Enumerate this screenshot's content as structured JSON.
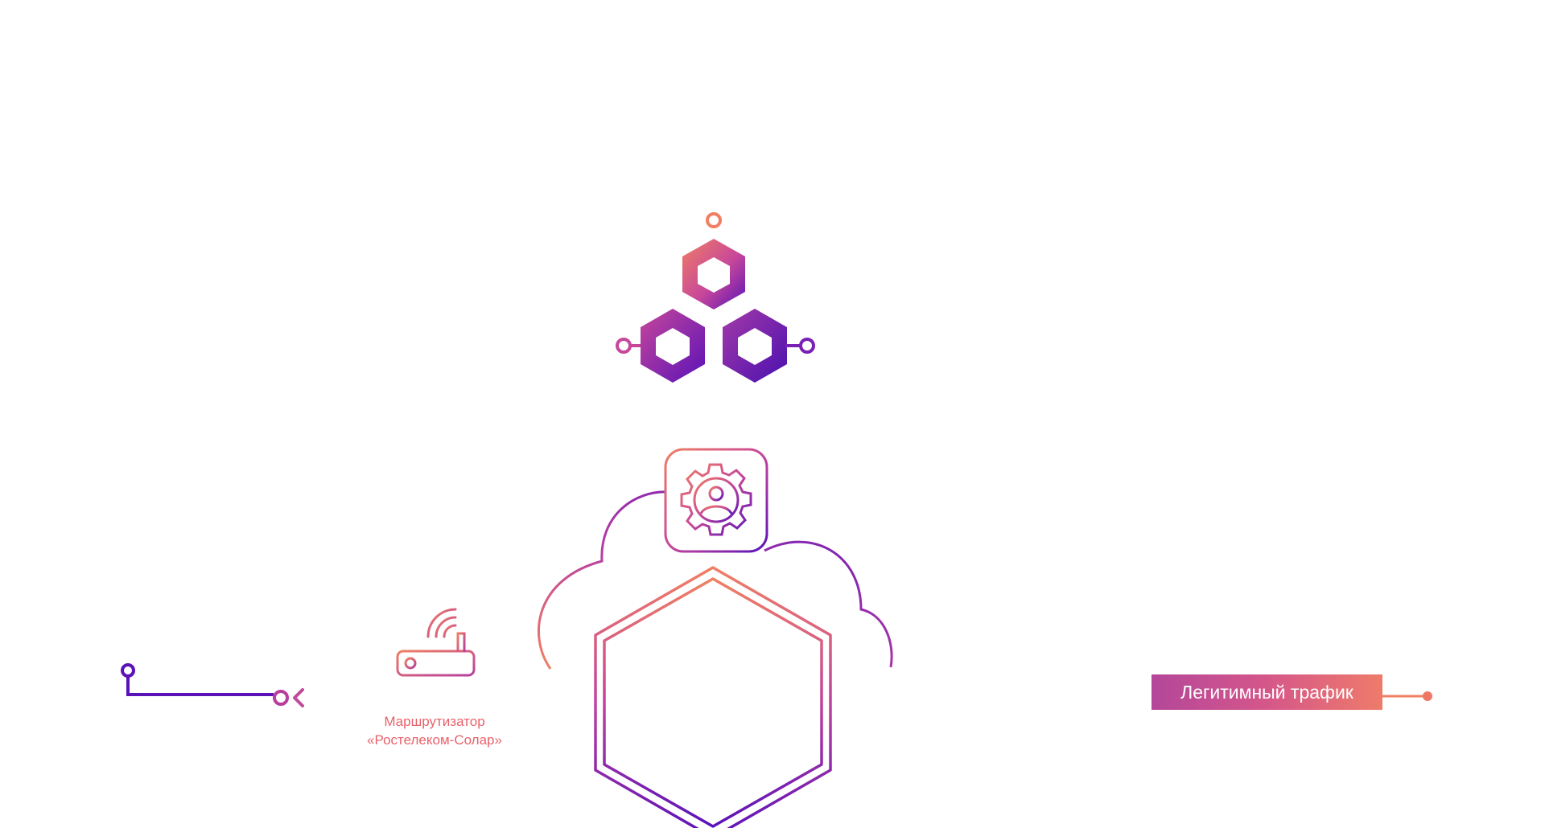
{
  "router": {
    "caption_line1": "Маршрутизатор",
    "caption_line2": "«Ростелеком-Солар»"
  },
  "traffic": {
    "label": "Легитимный трафик"
  },
  "icons": {
    "cluster": "hexagon-cluster-icon",
    "settings": "gear-user-icon",
    "router": "wifi-router-icon",
    "cloud": "cloud-outline-icon",
    "core": "double-hexagon-icon"
  },
  "colors": {
    "orange": "#f07f63",
    "pink": "#c7479a",
    "purple": "#5a12b8",
    "label_text": "#e8626a"
  }
}
